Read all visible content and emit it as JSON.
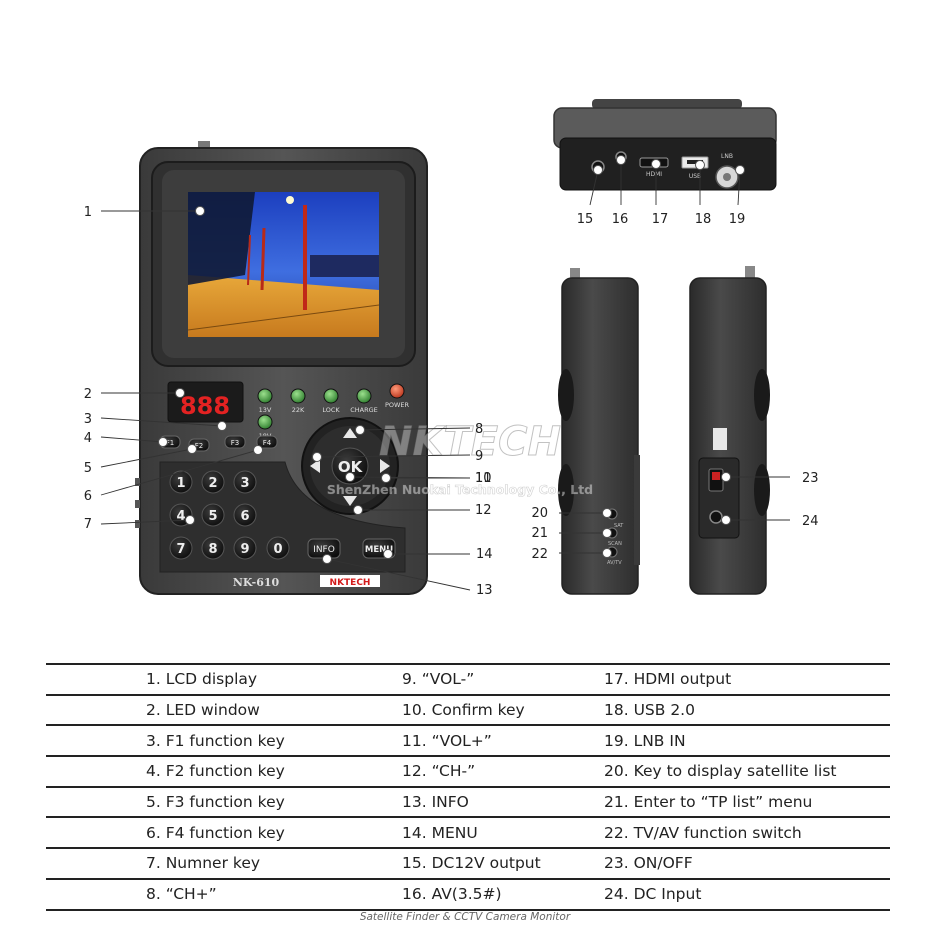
{
  "device": {
    "model": "NK-610",
    "brand": "NKTECH",
    "led_display": "888",
    "indicators": [
      "13V",
      "22K",
      "LOCK",
      "CHARGE",
      "POWER",
      "18V"
    ],
    "function_keys": [
      "F1",
      "F2",
      "F3",
      "F4"
    ],
    "number_keys": [
      "1",
      "2",
      "3",
      "4",
      "5",
      "6",
      "7",
      "8",
      "9",
      "0"
    ],
    "ok_label": "OK",
    "info_label": "INFO",
    "menu_label": "MENU",
    "top_ports": [
      "HDMI",
      "USB",
      "LNB"
    ],
    "side_buttons": [
      "SAT",
      "SCAN",
      "AV/TV"
    ]
  },
  "watermark": {
    "logo": "NKTECH",
    "company": "ShenZhen Nuokai Technology Co., Ltd"
  },
  "callouts": [
    "1",
    "2",
    "3",
    "4",
    "5",
    "6",
    "7",
    "8",
    "9",
    "10",
    "11",
    "12",
    "13",
    "14",
    "15",
    "16",
    "17",
    "18",
    "19",
    "20",
    "21",
    "22",
    "23",
    "24"
  ],
  "legend": [
    [
      "1. LCD display",
      "9. “VOL-”",
      "17. HDMI output"
    ],
    [
      "2. LED window",
      "10. Confirm key",
      "18. USB 2.0"
    ],
    [
      "3. F1 function key",
      "11. “VOL+”",
      "19. LNB IN"
    ],
    [
      "4. F2 function key",
      "12. “CH-”",
      "20. Key to display satellite list"
    ],
    [
      "5. F3 function key",
      "13. INFO",
      "21. Enter to “TP list” menu"
    ],
    [
      "6. F4 function key",
      "14. MENU",
      "22. TV/AV function switch"
    ],
    [
      "7. Numner key",
      "15. DC12V output",
      "23. ON/OFF"
    ],
    [
      "8. “CH+”",
      "16. AV(3.5#)",
      "24. DC Input"
    ]
  ],
  "caption": "Satellite Finder & CCTV Camera Monitor"
}
